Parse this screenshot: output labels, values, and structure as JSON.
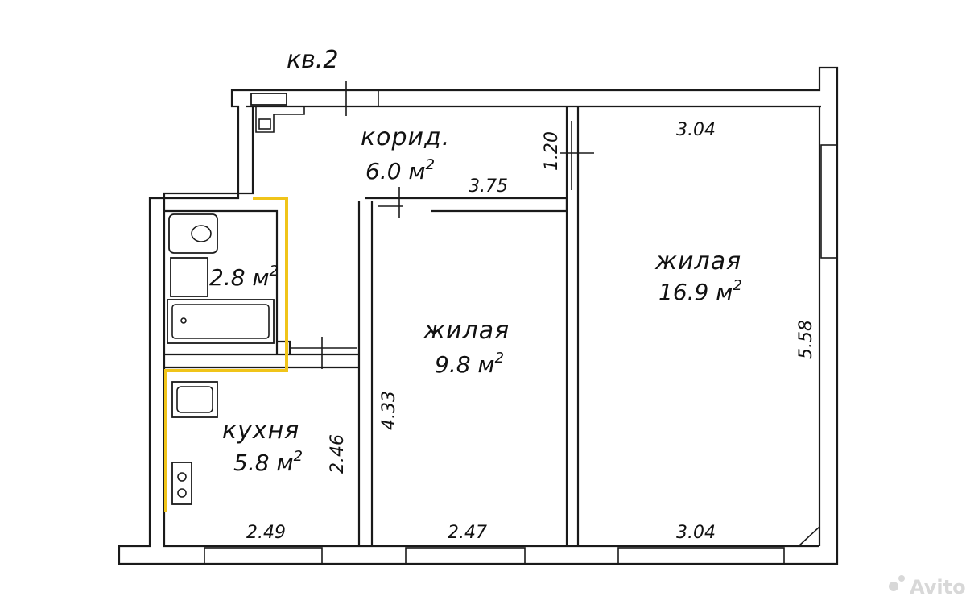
{
  "title": "кв.2",
  "rooms": {
    "corridor": {
      "name": "корид.",
      "area": "6.0 м",
      "sup": "2"
    },
    "bathroom": {
      "area": "2.8 м",
      "sup": "2"
    },
    "kitchen": {
      "name": "кухня",
      "area": "5.8 м",
      "sup": "2"
    },
    "living_small": {
      "name": "жилая",
      "area": "9.8 м",
      "sup": "2"
    },
    "living_large": {
      "name": "жилая",
      "area": "16.9 м",
      "sup": "2"
    }
  },
  "dimensions": {
    "corridor_width": "3.75",
    "corridor_depth": "1.20",
    "large_top": "3.04",
    "large_bottom": "3.04",
    "large_side": "5.58",
    "small_bottom": "2.47",
    "small_side": "4.33",
    "kitchen_bottom": "2.49",
    "kitchen_side": "2.46"
  },
  "watermark": "Avito",
  "colors": {
    "wall": "#1a1a1a",
    "highlight": "#f0c419"
  }
}
